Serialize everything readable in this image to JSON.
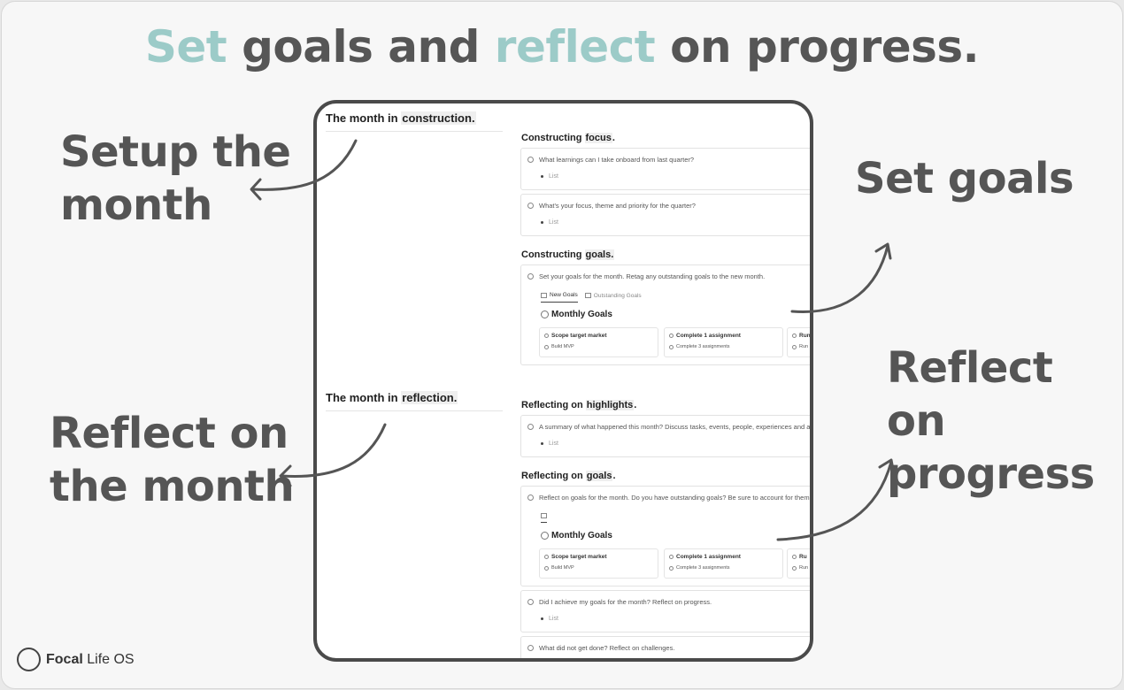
{
  "headline": {
    "part1": "Set",
    "part2": " goals and ",
    "part3": "reflect",
    "part4": " on progress."
  },
  "callouts": {
    "setup_line1": "Setup the",
    "setup_line2": "month",
    "set_goals": "Set goals",
    "reflect_month_line1": "Reflect on",
    "reflect_month_line2": "the month",
    "reflect_progress_line1": "Reflect on",
    "reflect_progress_line2": "progress"
  },
  "page": {
    "construction": {
      "title_pre": "The month in ",
      "title_hl": "construction."
    },
    "focus": {
      "title_pre": "Constructing ",
      "title_hl": "focus",
      "title_post": ".",
      "q1": "What learnings can I take onboard from last quarter?",
      "q1_list": "List",
      "q2": "What's your focus, theme and priority for the quarter?",
      "q2_list": "List"
    },
    "goals": {
      "title_pre": "Constructing ",
      "title_hl": "goals.",
      "q": "Set your goals for the month. Retag any outstanding goals to the new month.",
      "tab_new": "New Goals",
      "tab_outstanding": "Outstanding Goals",
      "board_title": "Monthly Goals",
      "cards": [
        {
          "title": "Scope target market",
          "sub": "Build MVP"
        },
        {
          "title": "Complete 1 assignment",
          "sub": "Complete 3 assignments"
        },
        {
          "title": "Run",
          "sub": "Run"
        }
      ]
    },
    "reflection": {
      "title_pre": "The month in ",
      "title_hl": "reflection."
    },
    "highlights": {
      "title_pre": "Reflecting on ",
      "title_hl": "highlights",
      "title_post": ".",
      "q": "A summary of what happened this month? Discuss tasks, events, people, experiences and a",
      "list": "List"
    },
    "rgoals": {
      "title_pre": "Reflecting on ",
      "title_hl": "goals",
      "title_post": ".",
      "q": "Reflect on goals for the month. Do you have outstanding goals? Be sure to account for them",
      "board_title": "Monthly Goals",
      "cards": [
        {
          "title": "Scope target market",
          "sub": "Build MVP"
        },
        {
          "title": "Complete 1 assignment",
          "sub": "Complete 3 assignments"
        },
        {
          "title": "Ru",
          "sub": "Run"
        }
      ],
      "q2": "Did I achieve my goals for the month? Reflect on progress.",
      "q2_list": "List",
      "q3": "What did not get done? Reflect on challenges."
    }
  },
  "brand": {
    "bold": "Focal",
    "rest": " Life OS"
  },
  "colors": {
    "accent": "#9ccbc8",
    "heading": "#565656",
    "frame_border": "#4a4a4a"
  }
}
